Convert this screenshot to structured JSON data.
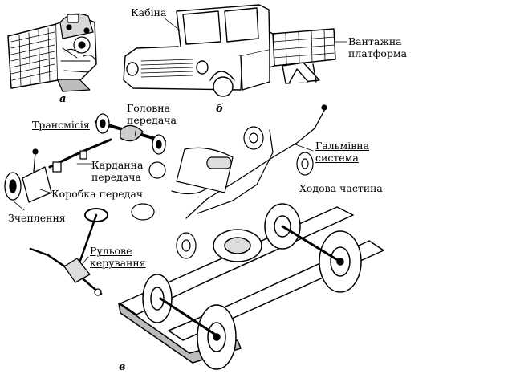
{
  "figure": {
    "letters": {
      "a": "а",
      "b": "б",
      "c": "в"
    },
    "labels": {
      "cabin": "Кабіна",
      "cargo_1": "Вантажна",
      "cargo_2": "платформа",
      "transmission": "Трансмісія",
      "final_drive_1": "Головна",
      "final_drive_2": "передача",
      "cardan_1": "Карданна",
      "cardan_2": "передача",
      "gearbox": "Коробка передач",
      "clutch": "Зчеплення",
      "brakes_1": "Гальмівна",
      "brakes_2": "система",
      "running_gear": "Ходова частина",
      "steering_1": "Рульове",
      "steering_2": "керування"
    }
  }
}
